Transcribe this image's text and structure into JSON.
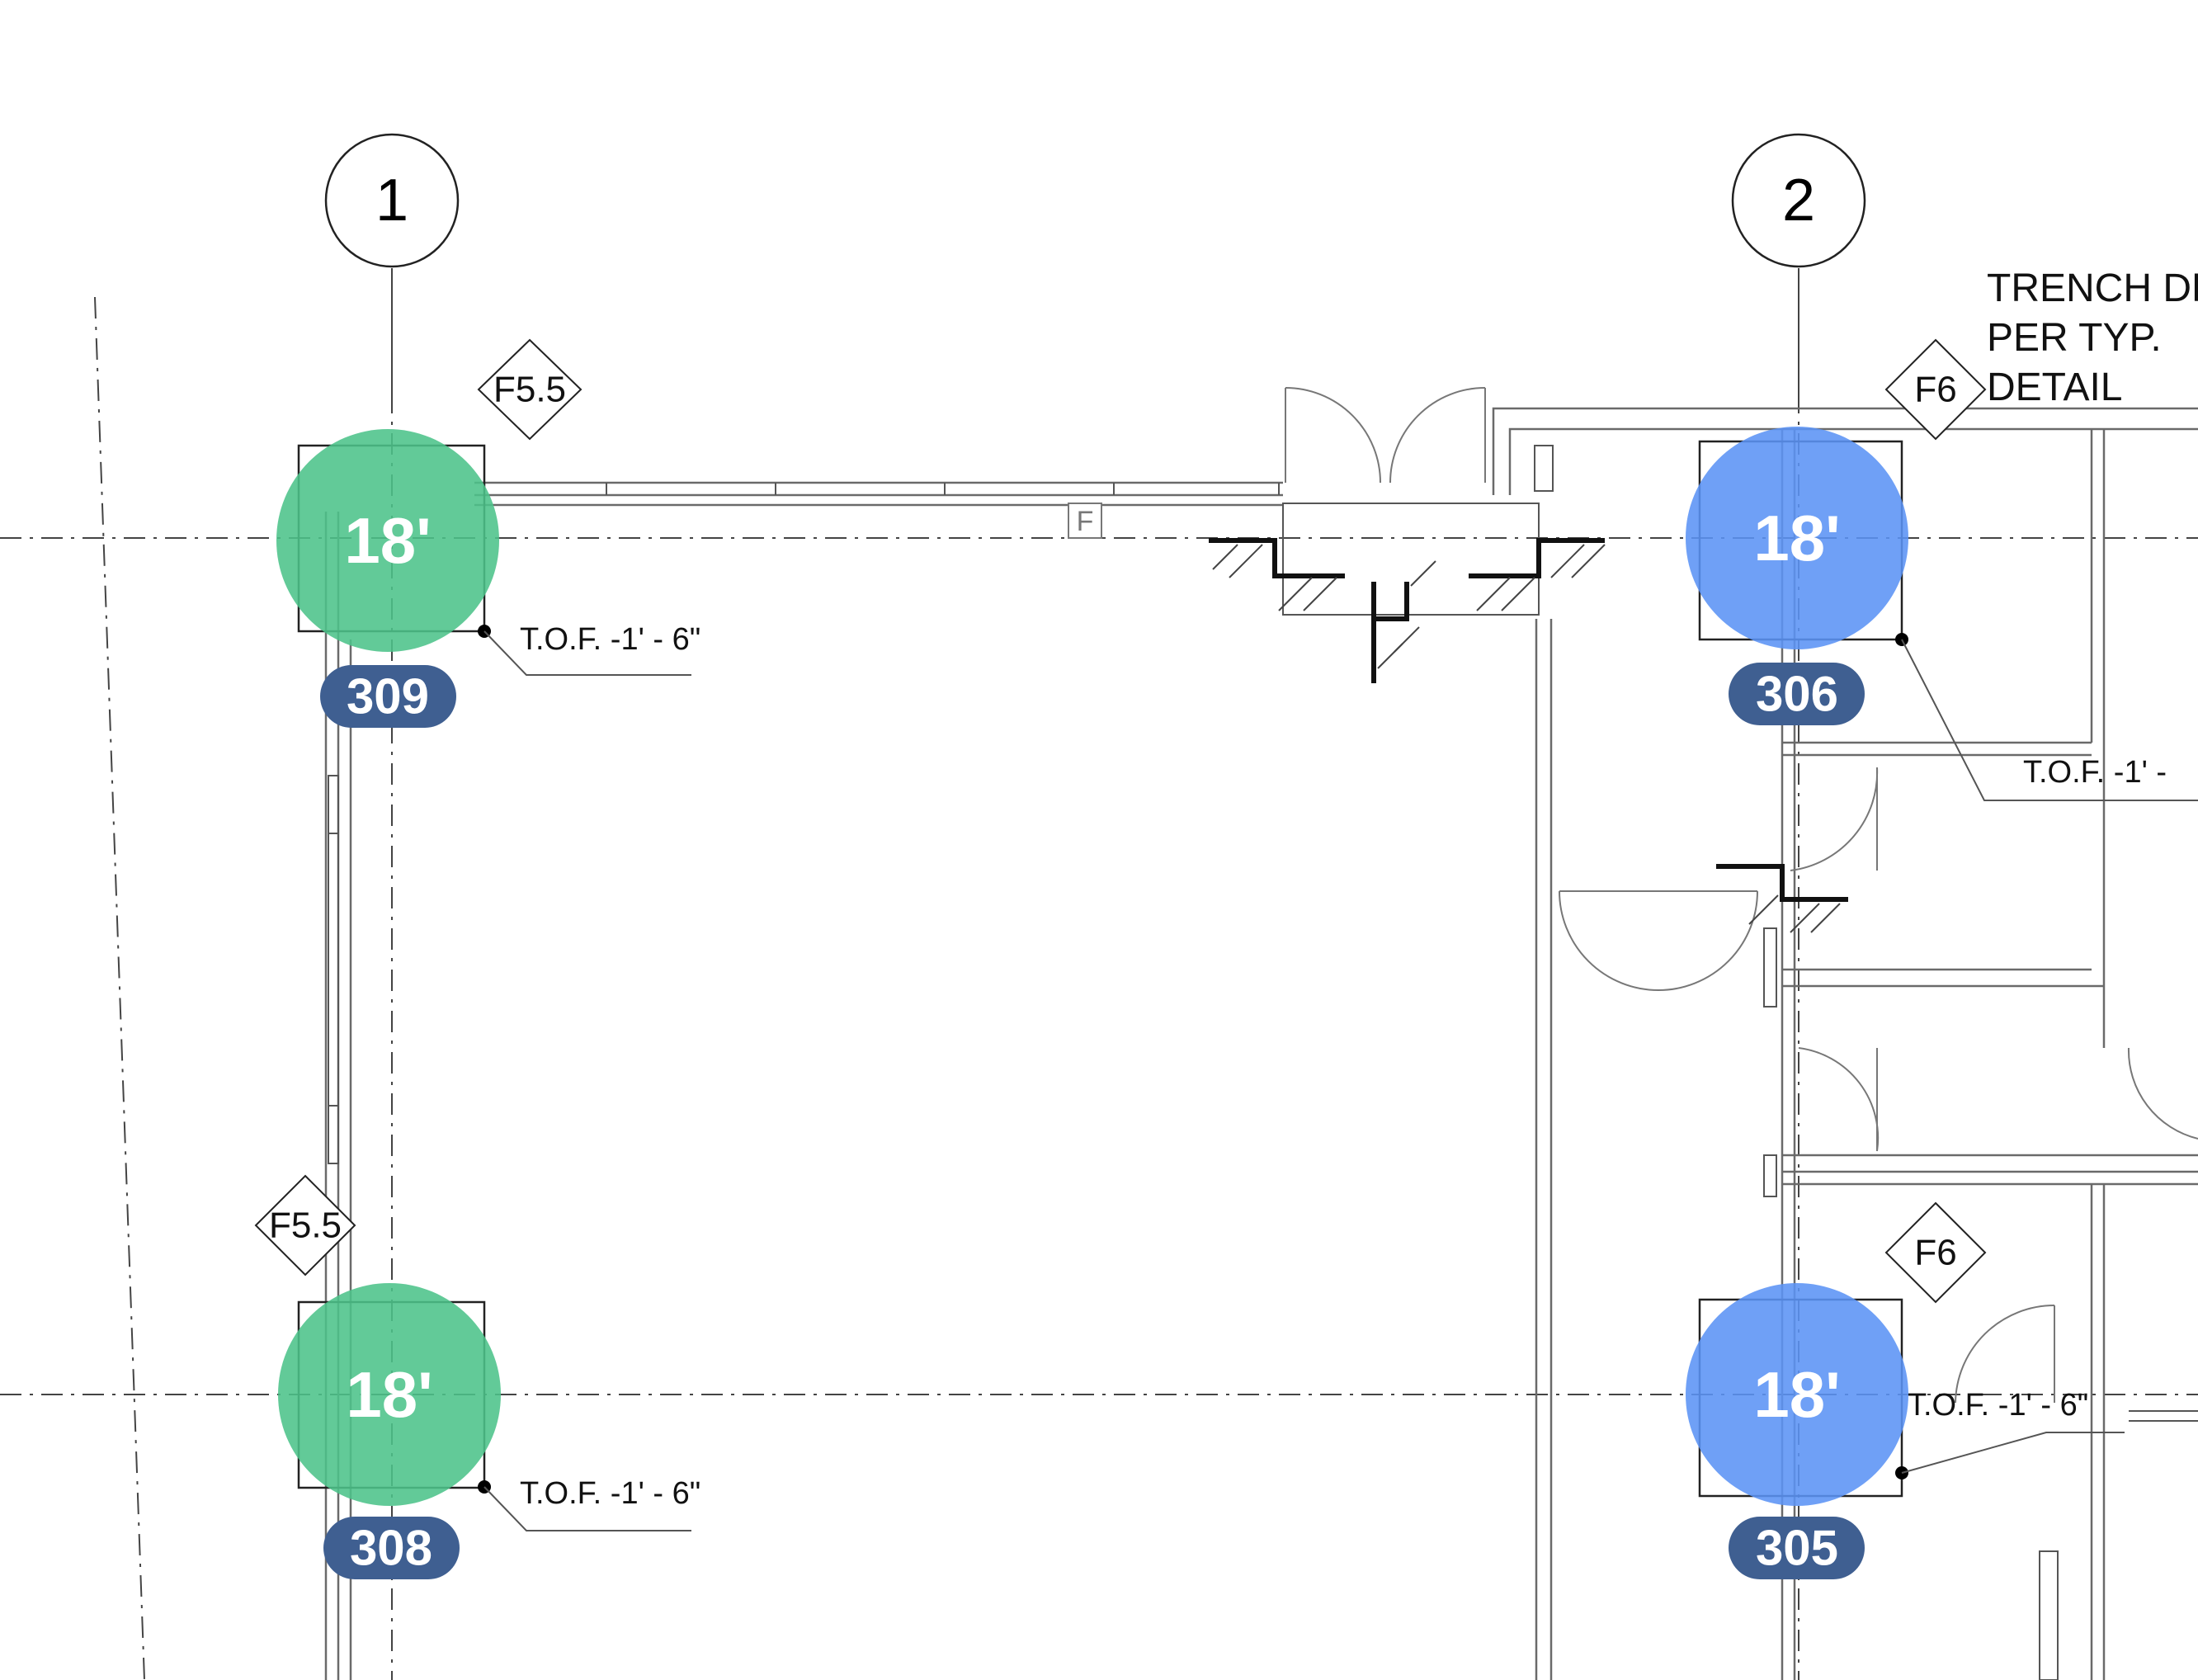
{
  "grid_lines": {
    "line_1_label": "1",
    "line_2_label": "2"
  },
  "footing_tags": {
    "tag_top_left": "F5.5",
    "tag_bottom_left": "F5.5",
    "tag_top_right": "F6",
    "tag_mid_right": "F6"
  },
  "floor_drain_label": "F",
  "annotations": {
    "tof_309": "T.O.F. -1' - 6\"",
    "tof_308": "T.O.F. -1' - 6\"",
    "tof_306": "T.O.F. -1' -",
    "tof_305": "T.O.F. -1' - 6\"",
    "trench_line1": "TRENCH DR",
    "trench_line2": "PER TYP.",
    "trench_line3": "DETAIL"
  },
  "markers": [
    {
      "value": "18'",
      "id": "309",
      "color": "#4cc38a"
    },
    {
      "value": "18'",
      "id": "306",
      "color": "#5b93f5"
    },
    {
      "value": "18'",
      "id": "308",
      "color": "#4cc38a"
    },
    {
      "value": "18'",
      "id": "305",
      "color": "#5b93f5"
    }
  ],
  "colors": {
    "green_marker": "#4cc38a",
    "blue_marker": "#5b93f5",
    "badge": "#3f5f91"
  }
}
